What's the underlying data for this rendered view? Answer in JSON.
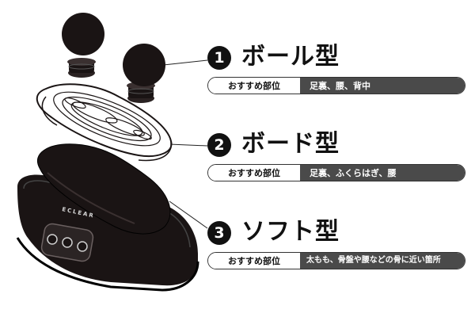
{
  "types": [
    {
      "number": "1",
      "name": "ボール型",
      "label": "おすすめ部位",
      "areas": "足裏、腰、背中"
    },
    {
      "number": "2",
      "name": "ボード型",
      "label": "おすすめ部位",
      "areas": "足裏、ふくらはぎ、腰"
    },
    {
      "number": "3",
      "name": "ソフト型",
      "label": "おすすめ部位",
      "areas": "太もも、骨盤や腰などの骨に近い箇所"
    }
  ],
  "device": {
    "brand": "ECLEAR"
  },
  "colors": {
    "ink": "#111111",
    "pill_fill": "#4a4a4a",
    "device_body": "#1a1414"
  }
}
